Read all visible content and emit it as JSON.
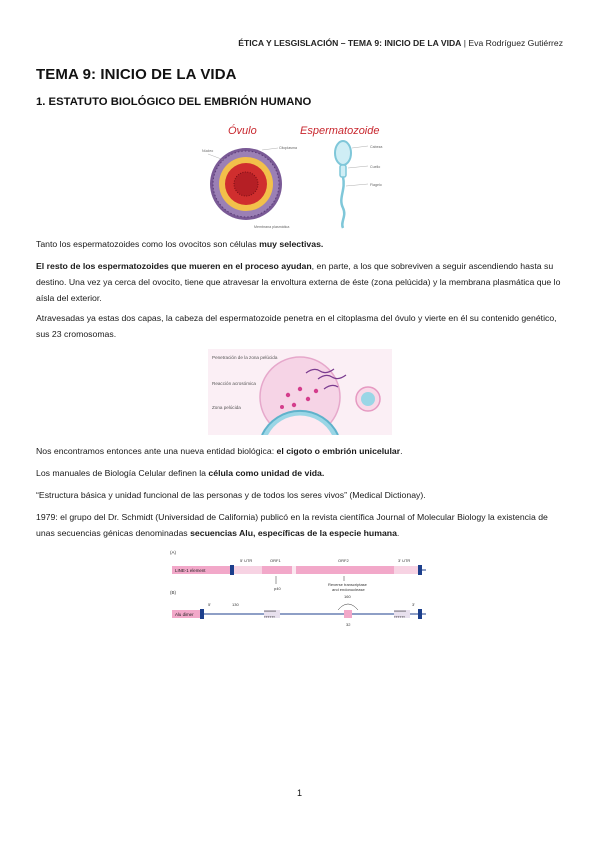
{
  "header": {
    "left": "ÉTICA Y LESGISLACIÓN – TEMA 9: INICIO DE LA VIDA",
    "sep": " | ",
    "right": "Eva Rodríguez Gutiérrez"
  },
  "title": "TEMA 9: INICIO DE LA VIDA",
  "section": "1. ESTATUTO BIOLÓGICO DEL EMBRIÓN HUMANO",
  "figure1": {
    "ovulo_title": "Óvulo",
    "esperma_title": "Espermatozoide",
    "labels": [
      "Núcleo",
      "Citoplasma",
      "Membrana plasmática",
      "Cabeza",
      "Cuello",
      "Flagelo"
    ]
  },
  "paragraphs": {
    "p1_a": "Tanto los espermatozoides como los ovocitos son células ",
    "p1_b": "muy selectivas.",
    "p2_a": "El resto de los espermatozoides que mueren en el proceso ayudan",
    "p2_b": ", en parte, a los que sobreviven a seguir ascendiendo hasta su destino. Una vez ya cerca del ovocito, tiene que atravesar la envoltura externa de éste (zona pelúcida) y la membrana plasmática que lo aísla del exterior.",
    "p3": "Atravesadas ya estas dos capas, la cabeza del espermatozoide penetra en el citoplasma del óvulo y vierte en él su contenido genético, sus 23 cromosomas.",
    "p4_a": "Nos encontramos entonces ante una nueva entidad biológica: ",
    "p4_b": "el cigoto o embrión unicelular",
    "p4_c": ".",
    "p5_a": "Los manuales de Biología Celular definen la ",
    "p5_b": "célula como unidad de vida.",
    "p6": "“Estructura básica y unidad funcional de las personas y de todos los seres vivos” (Medical Dictionay).",
    "p7_a": "1979: el grupo del Dr. Schmidt (Universidad de California) publicó en la revista científica Journal of Molecular Biology la existencia de unas secuencias génicas denominadas ",
    "p7_b": "secuencias Alu, específicas de la especie humana",
    "p7_c": "."
  },
  "figure2": {
    "labels": [
      "Penetración de la zona pelúcida",
      "Reacción acrosómica",
      "Zona pelúcida"
    ]
  },
  "figure3": {
    "panel_a": "(A)",
    "panel_b": "(B)",
    "line1_label": "LINE-1 element",
    "utr5": "5' UTR",
    "orf1": "ORF1",
    "orf2": "ORF2",
    "utr3": "3' UTR",
    "p40": "p40",
    "rt": "Reverse transcriptase",
    "endo": "and endonuclease",
    "alu_label": "Alu dimer",
    "five": "5'",
    "three": "3'",
    "n130": "130",
    "n160": "160",
    "n32": "32",
    "aaaa": "AAAAAA",
    "tttt": "TTTTTT"
  },
  "page_number": "1",
  "colors": {
    "ovum_red": "#c8272e",
    "ovum_purple": "#6a4a8a",
    "sperm_blue": "#7fc7d9",
    "pink": "#f2a8c9",
    "dark_blue": "#1c3f8c"
  }
}
